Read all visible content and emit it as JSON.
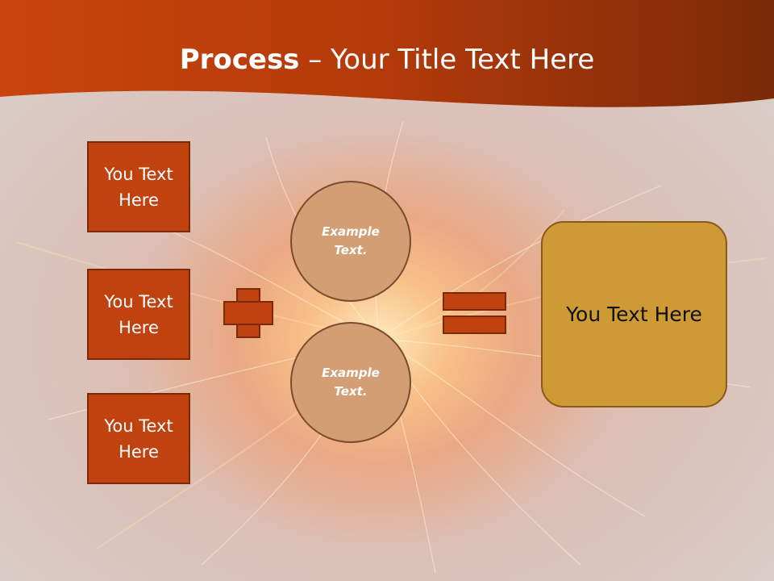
{
  "slide": {
    "title_bold": "Process",
    "title_rest": " – Your Title Text Here",
    "input_boxes": [
      {
        "label": "You Text Here"
      },
      {
        "label": "You Text Here"
      },
      {
        "label": "You Text Here"
      }
    ],
    "circles": [
      {
        "label": "Example Text."
      },
      {
        "label": "Example Text."
      }
    ],
    "result_label": "You Text Here"
  },
  "colors": {
    "banner": "#c2410c",
    "box_fill": "#c0420f",
    "circle_fill": "#d39e74",
    "result_fill": "#cd9a36"
  },
  "icons": {
    "operator_1": "plus-icon",
    "operator_2": "equals-icon"
  }
}
